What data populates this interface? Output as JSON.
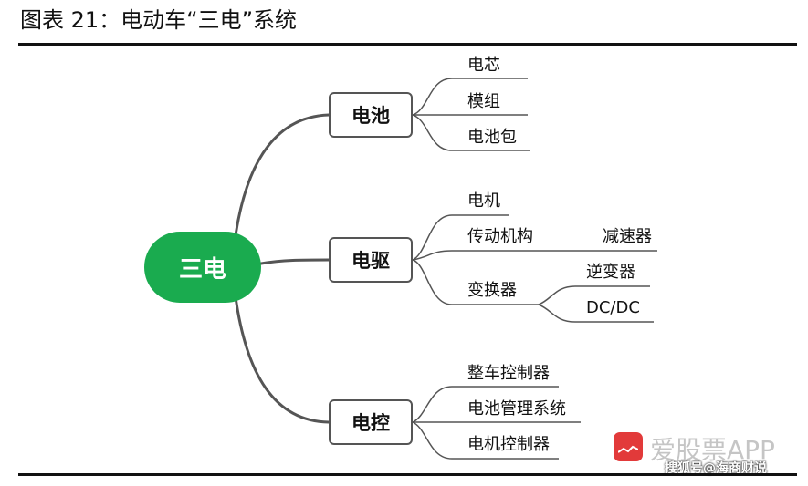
{
  "title": "图表 21：电动车“三电”系统",
  "root": "三电",
  "branches": [
    {
      "label": "电池",
      "children": [
        {
          "label": "电芯"
        },
        {
          "label": "模组"
        },
        {
          "label": "电池包"
        }
      ]
    },
    {
      "label": "电驱",
      "children": [
        {
          "label": "电机"
        },
        {
          "label": "传动机构",
          "children": [
            {
              "label": "减速器"
            }
          ]
        },
        {
          "label": "变换器",
          "children": [
            {
              "label": "逆变器"
            },
            {
              "label": "DC/DC"
            }
          ]
        }
      ]
    },
    {
      "label": "电控",
      "children": [
        {
          "label": "整车控制器"
        },
        {
          "label": "电池管理系统"
        },
        {
          "label": "电机控制器"
        }
      ]
    }
  ],
  "watermark": {
    "brand": "爱股票APP",
    "source": "搜狐号@海商财说"
  },
  "colors": {
    "root": "#1aab4f",
    "connector": "#555555",
    "rule": "#111111"
  }
}
